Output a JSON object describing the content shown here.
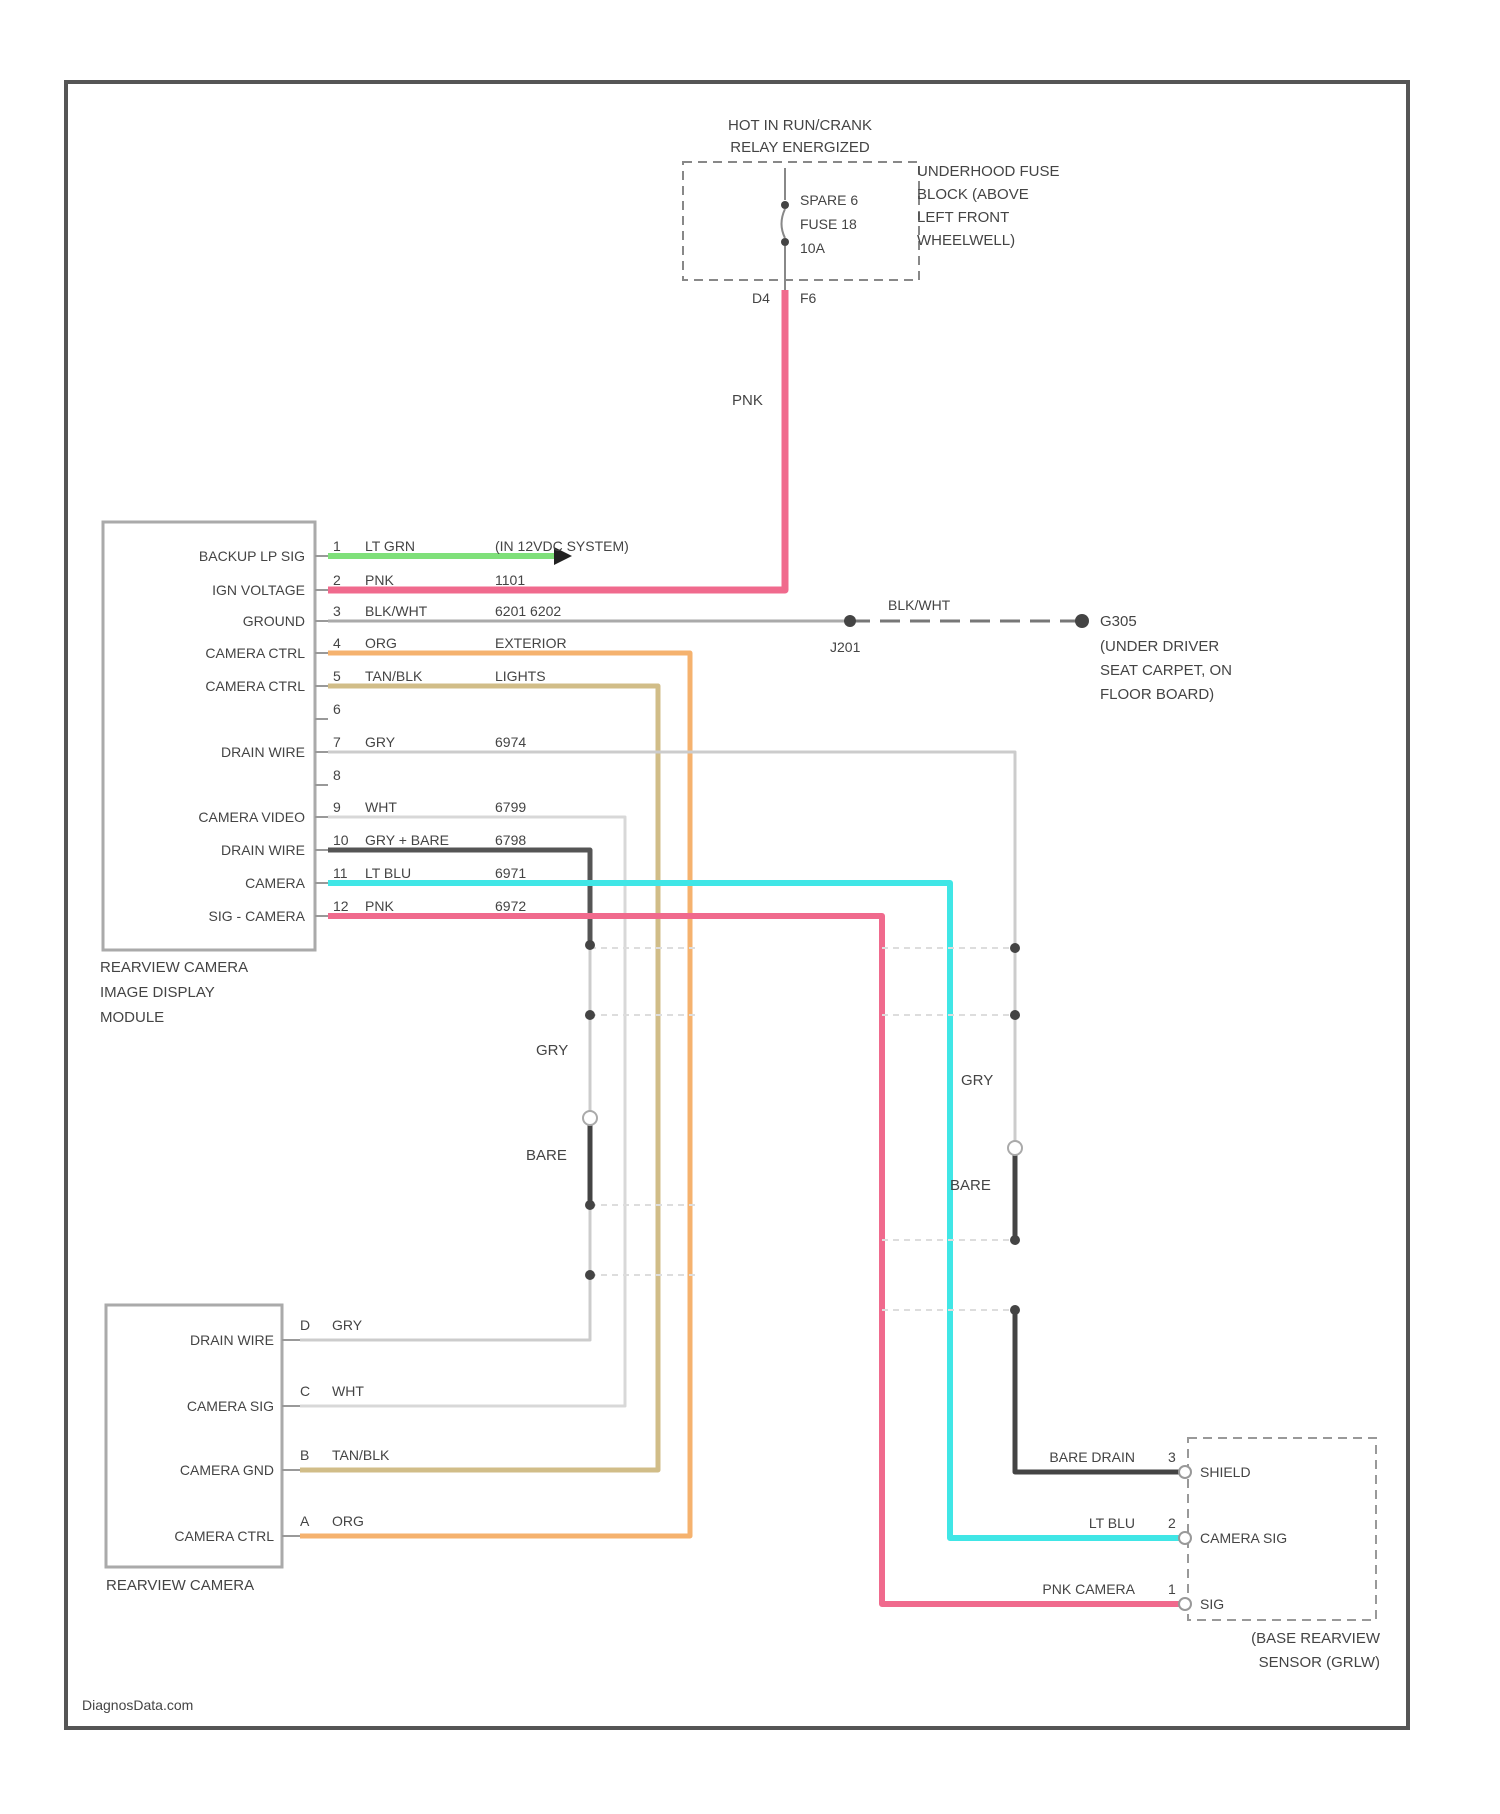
{
  "fuse_header": {
    "line1": "HOT IN RUN/CRANK",
    "line2": "RELAY ENERGIZED"
  },
  "fuse_block": {
    "label_lines": [
      "UNDERHOOD FUSE",
      "BLOCK (ABOVE",
      "LEFT FRONT",
      "WHEELWELL)"
    ],
    "fuse_lines": [
      "SPARE 6",
      "FUSE 18",
      "10A"
    ],
    "pin_left": "D4",
    "pin_right": "F6"
  },
  "pnk_feed_label": "PNK",
  "module": {
    "name_lines": [
      "REARVIEW CAMERA",
      "IMAGE DISPLAY",
      "MODULE"
    ],
    "pins": [
      {
        "num": "1",
        "label": "BACKUP LP SIG",
        "wire": "LT GRN",
        "circuit": "(IN 12VDC SYSTEM)"
      },
      {
        "num": "2",
        "label": "IGN VOLTAGE",
        "wire": "PNK",
        "circuit": "1101"
      },
      {
        "num": "3",
        "label": "GROUND",
        "wire": "BLK/WHT",
        "circuit": "6201 6202"
      },
      {
        "num": "4",
        "label": "CAMERA CTRL",
        "wire": "ORG",
        "circuit": "EXTERIOR"
      },
      {
        "num": "5",
        "label": "CAMERA CTRL",
        "wire": "TAN/BLK",
        "circuit": "LIGHTS"
      },
      {
        "num": "6",
        "label": "",
        "wire": "",
        "circuit": ""
      },
      {
        "num": "7",
        "label": "DRAIN WIRE",
        "wire": "GRY",
        "circuit": "6974"
      },
      {
        "num": "8",
        "label": "",
        "wire": "",
        "circuit": ""
      },
      {
        "num": "9",
        "label": "CAMERA VIDEO",
        "wire": "WHT",
        "circuit": "6799"
      },
      {
        "num": "10",
        "label": "DRAIN WIRE",
        "wire": "GRY + BARE",
        "circuit": "6798"
      },
      {
        "num": "11",
        "label": "CAMERA",
        "wire": "LT BLU",
        "circuit": "6971"
      },
      {
        "num": "12",
        "label": "SIG - CAMERA",
        "wire": "PNK",
        "circuit": "6972"
      }
    ]
  },
  "ground": {
    "splice": "J201",
    "wire": "BLK/WHT",
    "point": "G305",
    "location_lines": [
      "(UNDER DRIVER",
      "SEAT CARPET, ON",
      "FLOOR BOARD)"
    ]
  },
  "left_shield": {
    "top_label": "GRY",
    "bottom_label": "BARE"
  },
  "right_shield": {
    "top_label": "GRY",
    "bottom_label": "BARE"
  },
  "rear_camera": {
    "name": "REARVIEW CAMERA",
    "pins": [
      {
        "label": "DRAIN WIRE",
        "pin": "D",
        "wire": "GRY"
      },
      {
        "label": "CAMERA SIG",
        "pin": "C",
        "wire": "WHT"
      },
      {
        "label": "CAMERA GND",
        "pin": "B",
        "wire": "TAN/BLK"
      },
      {
        "label": "CAMERA CTRL",
        "pin": "A",
        "wire": "ORG"
      }
    ]
  },
  "sensor": {
    "name_lines": [
      "(BASE REARVIEW",
      "SENSOR (GRLW)"
    ],
    "pins": [
      {
        "wire": "BARE DRAIN",
        "pin": "3",
        "label": "SHIELD"
      },
      {
        "wire": "LT BLU",
        "pin": "2",
        "label": "CAMERA SIG"
      },
      {
        "wire": "PNK CAMERA",
        "pin": "1",
        "label": "SIG"
      }
    ]
  },
  "watermark": "DiagnosData.com",
  "colors": {
    "pnk": "#f06a8d",
    "lt_grn": "#7fe07a",
    "org": "#f5b26e",
    "tan": "#d1bd88",
    "lt_blu": "#40e6e6",
    "gry": "#c8c8c8",
    "bare": "#444444",
    "blk_wht": "#777777"
  }
}
